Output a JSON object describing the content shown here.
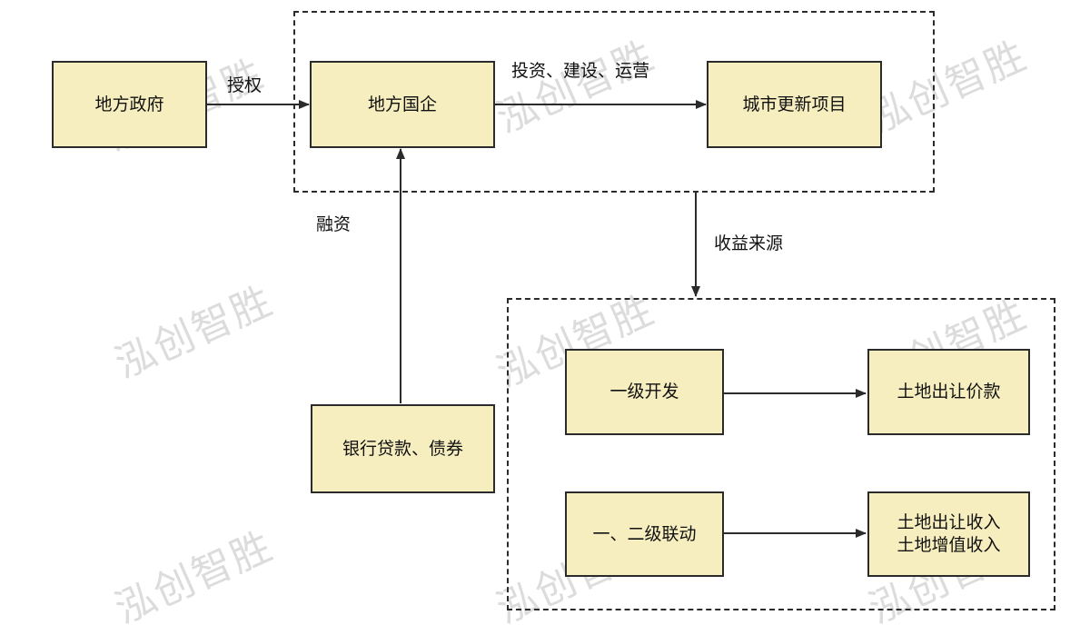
{
  "nodes": {
    "local_gov": "地方政府",
    "local_soe": "地方国企",
    "urban_renewal": "城市更新项目",
    "bank_loans": "银行贷款、债券",
    "primary_dev": "一级开发",
    "land_transfer_price": "土地出让价款",
    "linked_dev": "一、二级联动",
    "income_line1": "土地出让收入",
    "income_line2": "土地增值收入"
  },
  "edges": {
    "authorize": "授权",
    "invest_build_operate": "投资、建设、运营",
    "financing": "融资",
    "revenue_source": "收益来源"
  },
  "watermark": "泓创智胜",
  "colors": {
    "node_fill": "#f6eebf",
    "stroke": "#2b2b2b"
  }
}
